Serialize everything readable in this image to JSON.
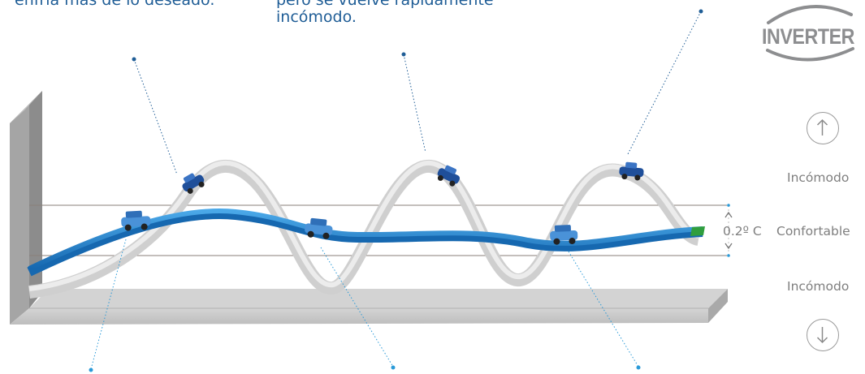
{
  "captions": {
    "left": "enfría más de lo deseado.",
    "middle": "pero se vuelve rápidamente\nincómodo."
  },
  "logo": {
    "text": "INVERTER"
  },
  "zones": {
    "top": "Incómodo",
    "middle": "Confortable",
    "bottom": "Incómodo",
    "delta": "0.2º C"
  },
  "icons": {
    "up": "arrow-up-icon",
    "down": "arrow-down-icon",
    "car": "car-icon"
  },
  "colors": {
    "caption": "#1f5d96",
    "inverter_line": "#1f86cf",
    "conventional_ribbon": "#d9d9d9",
    "zone_lines": "#8a7f7a",
    "floor": "#c8c8c8",
    "wall": "#9b9b9b"
  }
}
